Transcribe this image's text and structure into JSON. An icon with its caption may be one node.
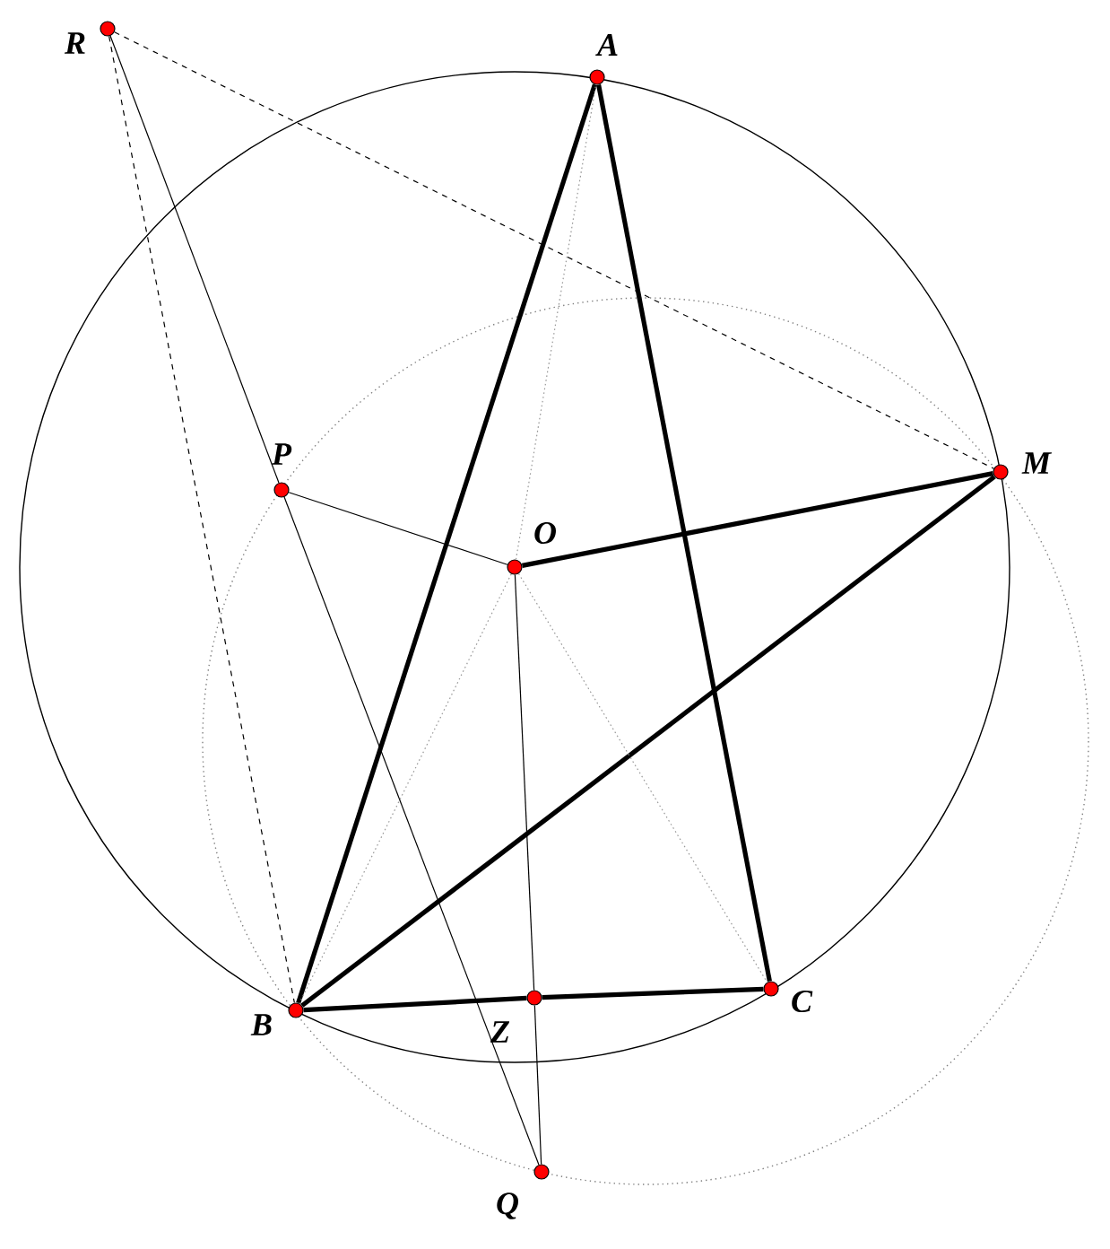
{
  "diagram": {
    "nodes": [
      {
        "text": [
          "R"
        ]
      },
      {
        "text": [
          "A"
        ]
      },
      {
        "text": [
          "M"
        ]
      },
      {
        "text": [
          "P"
        ]
      },
      {
        "text": [
          "O"
        ]
      },
      {
        "text": [
          "B"
        ]
      },
      {
        "text": [
          "Z"
        ]
      },
      {
        "text": [
          "C"
        ]
      },
      {
        "text": [
          "Q"
        ]
      }
    ],
    "edges": [
      {
        "from": 1,
        "to": 5,
        "arrow": "none",
        "style": "thick"
      },
      {
        "from": 1,
        "to": 7,
        "arrow": "none",
        "style": "thick"
      },
      {
        "from": 5,
        "to": 6,
        "arrow": "none",
        "style": "thick"
      },
      {
        "from": 6,
        "to": 7,
        "arrow": "none",
        "style": "thick"
      },
      {
        "from": 5,
        "to": 2,
        "arrow": "none",
        "style": "thick"
      },
      {
        "from": 4,
        "to": 2,
        "arrow": "none",
        "style": "thick"
      },
      {
        "from": 0,
        "to": 3,
        "arrow": "none"
      },
      {
        "from": 3,
        "to": 8,
        "arrow": "none"
      },
      {
        "from": 3,
        "to": 4,
        "arrow": "none"
      },
      {
        "from": 4,
        "to": 6,
        "arrow": "none"
      },
      {
        "from": 6,
        "to": 8,
        "arrow": "none"
      },
      {
        "from": 0,
        "to": 2,
        "arrow": "none",
        "style": "dashed"
      },
      {
        "from": 0,
        "to": 5,
        "arrow": "none",
        "style": "dashed"
      },
      {
        "from": 4,
        "to": 1,
        "arrow": "none",
        "style": "dashed",
        "color": "#999999"
      },
      {
        "from": 4,
        "to": 5,
        "arrow": "none",
        "style": "dashed",
        "color": "#999999"
      },
      {
        "from": 4,
        "to": 7,
        "arrow": "none",
        "style": "dashed",
        "color": "#999999"
      }
    ]
  }
}
